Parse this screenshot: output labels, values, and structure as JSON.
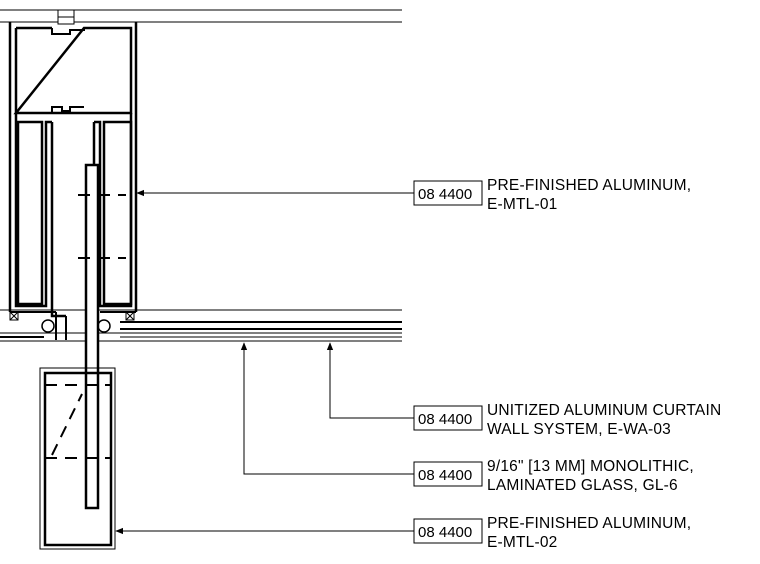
{
  "callouts": [
    {
      "tag": "08 4400",
      "line1": "PRE-FINISHED ALUMINUM,",
      "line2": "E-MTL-01"
    },
    {
      "tag": "08 4400",
      "line1": "UNITIZED ALUMINUM CURTAIN",
      "line2": "WALL SYSTEM, E-WA-03"
    },
    {
      "tag": "08 4400",
      "line1": "9/16\" [13 MM] MONOLITHIC,",
      "line2": "LAMINATED GLASS, GL-6"
    },
    {
      "tag": "08 4400",
      "line1": "PRE-FINISHED ALUMINUM,",
      "line2": "E-MTL-02"
    }
  ],
  "colors": {
    "line": "#000000",
    "background": "#ffffff"
  }
}
